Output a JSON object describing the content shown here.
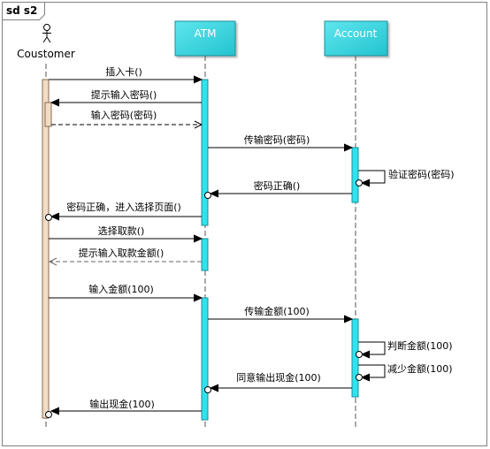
{
  "frame": {
    "title": "sd s2"
  },
  "actor": {
    "name": "Coustomer"
  },
  "lifelines": {
    "atm": "ATM",
    "account": "Account"
  },
  "messages": [
    {
      "id": "m1",
      "label": "插入卡()"
    },
    {
      "id": "m2",
      "label": "提示输入密码()"
    },
    {
      "id": "m3",
      "label": "输入密码(密码)"
    },
    {
      "id": "m4",
      "label": "传输密码(密码)"
    },
    {
      "id": "m5",
      "label": "验证密码(密码)"
    },
    {
      "id": "m6",
      "label": "密码正确()"
    },
    {
      "id": "m7",
      "label": "密码正确，进入选择页面()"
    },
    {
      "id": "m8",
      "label": "选择取款()"
    },
    {
      "id": "m9",
      "label": "提示输入取款金额()"
    },
    {
      "id": "m10",
      "label": "输入金额(100)"
    },
    {
      "id": "m11",
      "label": "传输金额(100)"
    },
    {
      "id": "m12",
      "label": "判断金额(100)"
    },
    {
      "id": "m13",
      "label": "减少金额(100)"
    },
    {
      "id": "m14",
      "label": "同意输出现金(100)"
    },
    {
      "id": "m15",
      "label": "输出现金(100)"
    }
  ],
  "colors": {
    "frame": "#808080",
    "lifeline_header": "#3cd6e0",
    "activation_atm": "#2fe3ee",
    "activation_customer": "#f3dcc6",
    "arrow": "#000000"
  }
}
